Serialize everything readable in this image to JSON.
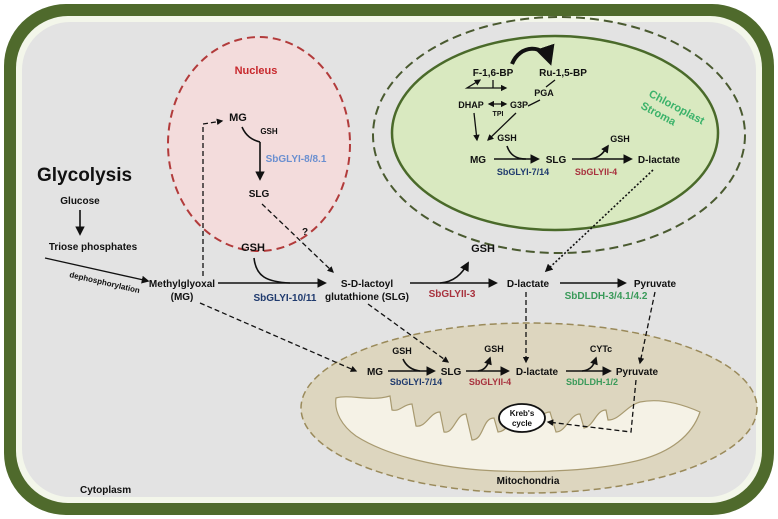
{
  "compartments": {
    "cytoplasm": "Cytoplasm",
    "nucleus": "Nucleus",
    "chloroplast_line1": "Chloroplast",
    "chloroplast_line2": "Stroma",
    "mitochondria": "Mitochondria",
    "krebs_line1": "Kreb's",
    "krebs_line2": "cycle"
  },
  "glycolysis": {
    "title": "Glycolysis",
    "glucose": "Glucose",
    "triose": "Triose phosphates",
    "dephos": "dephosphorylation"
  },
  "cytoplasm_pathway": {
    "mg_line1": "Methylglyoxal",
    "mg_line2": "(MG)",
    "gsh_in": "GSH",
    "glyi": "SbGLYI-10/11",
    "slg_line1": "S-D-lactoyl",
    "slg_line2": "glutathione (SLG)",
    "gsh_out": "GSH",
    "glyii": "SbGLYII-3",
    "dlactate": "D-lactate",
    "pyruvate": "Pyruvate",
    "dldh": "SbDLDH-3/4.1/4.2",
    "question": "?"
  },
  "nucleus_pathway": {
    "mg": "MG",
    "gsh": "GSH",
    "glyi": "SbGLYI-8/8.1",
    "slg": "SLG"
  },
  "chloroplast_pathway": {
    "f16bp": "F-1,6-BP",
    "ru15bp": "Ru-1,5-BP",
    "pga": "PGA",
    "dhap": "DHAP",
    "tpi": "TPI",
    "g3p": "G3P",
    "gsh_in": "GSH",
    "gsh_out": "GSH",
    "mg": "MG",
    "slg": "SLG",
    "dlactate": "D-lactate",
    "glyi": "SbGLYI-7/14",
    "glyii": "SbGLYII-4"
  },
  "mito_pathway": {
    "mg": "MG",
    "gsh_in": "GSH",
    "slg": "SLG",
    "gsh_out": "GSH",
    "dlactate": "D-lactate",
    "cytc": "CYTc",
    "pyruvate": "Pyruvate",
    "glyi": "SbGLYI-7/14",
    "glyii": "SbGLYII-4",
    "dldh": "SbDLDH-1/2"
  },
  "colors": {
    "cell_wall": "#4f6a2c",
    "cytoplasm_fill": "#e3e3e3",
    "nucleus_fill": "#f3dcdc",
    "nucleus_border": "#b23b3b",
    "chloroplast_fill": "#d9e9c0",
    "chloroplast_border": "#4a6a2a",
    "mito_fill": "#ddd6bf",
    "mito_border": "#9a8a5a",
    "enzyme_blue": "#1f3a6e",
    "enzyme_red": "#a8323e",
    "enzyme_green": "#3a9a5a"
  }
}
